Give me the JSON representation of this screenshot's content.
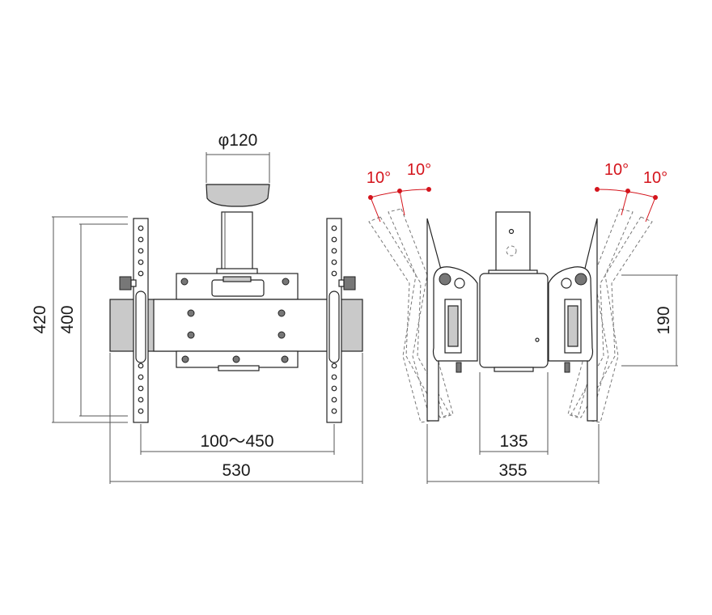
{
  "front_view": {
    "diameter_label": "φ120",
    "height_outer_label": "420",
    "height_inner_label": "400",
    "adjust_range_label": "100〜450",
    "width_label": "530"
  },
  "side_view": {
    "angle_left_outer_label": "10°",
    "angle_left_inner_label": "10°",
    "angle_right_inner_label": "10°",
    "angle_right_outer_label": "10°",
    "depth_label": "190",
    "column_width_label": "135",
    "total_depth_label": "355"
  },
  "colors": {
    "angle": "#d4141c",
    "line": "#555555"
  }
}
